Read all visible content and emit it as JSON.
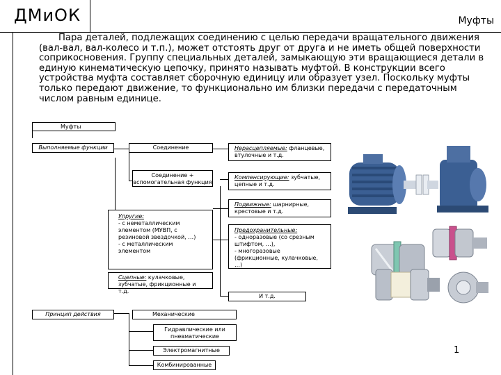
{
  "header": {
    "title": "ДМиОК",
    "section": "Муфты"
  },
  "intro_text": "Пара деталей, подлежащих соединению с целью передачи вращательного движения (вал-вал, вал-колесо и т.п.), может отстоять друг от друга и не иметь общей поверхности соприкосновения. Группу специальных деталей, замыкающую эти вращающиеся детали в единую кинематическую цепочку, принято называть муфтой. В конструкции всего устройства муфта составляет сборочную единицу или образует узел. Поскольку муфты только передают движение, то функционально им близки передачи с передаточным числом равным единице.",
  "diagram": {
    "root": "Муфты",
    "functions_label": "Выполняемые функции",
    "principle_label": "Принцип действия",
    "connection": "Соединение",
    "connection_plus": "Соединение + вспомогательная функция",
    "elastic_title": "Упругие:",
    "elastic_items": [
      "- с неметаллическим элементом (МУВП, с резиновой звездочкой, …)",
      "- с металлическим элементом"
    ],
    "rigid_label": "Нерасцепляемые:",
    "rigid_rest": "фланцевые, втулочные и т.д.",
    "comp_label": "Компенсирующие:",
    "comp_rest": "зубчатые, цепные и т.д.",
    "movable_label": "Подвижные:",
    "movable_rest": "шарнирные, крестовые и т.д.",
    "safety_label": "Предохранительные:",
    "safety_items": [
      "- одноразовые (со срезным штифтом, …),",
      "- многоразовые (фрикционные, кулачковые, …)"
    ],
    "clutch_label": "Сцепные:",
    "clutch_rest": "кулачковые, зубчатые, фрикционные и т.д.",
    "etc": "И т.д.",
    "mechanical": "Механические",
    "hydraulic": "Гидравлические или пневматические",
    "electromagnetic": "Электромагнитные",
    "combined": "Комбинированные"
  },
  "page_number": "1",
  "colors": {
    "motor_blue": "#3b5f93",
    "coupling_gray": "#c9ced6",
    "coupling_green": "#7fc6b1",
    "coupling_pink": "#c9508c",
    "coupling_ivory": "#f3efdc"
  }
}
